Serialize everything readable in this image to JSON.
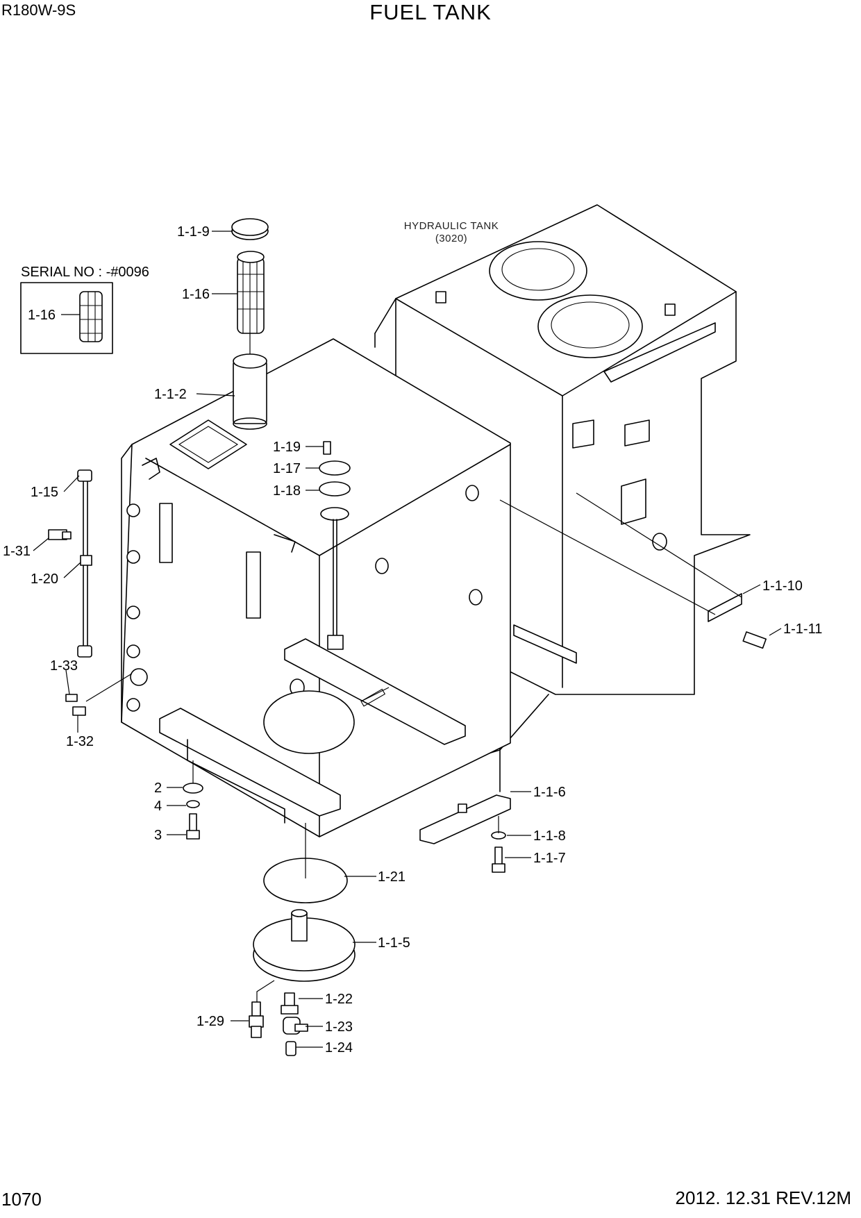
{
  "header": {
    "model": "R180W-9S",
    "title": "FUEL TANK"
  },
  "footer": {
    "page_number": "1070",
    "revision": "2012. 12.31  REV.12M"
  },
  "reference": {
    "name": "HYDRAULIC TANK",
    "code": "(3020)"
  },
  "serial_box": {
    "caption": "SERIAL NO : -#0096",
    "part_label": "1-16"
  },
  "callouts": {
    "c_1_1_9": "1-1-9",
    "c_1_16": "1-16",
    "c_1_1_2": "1-1-2",
    "c_1_19": "1-19",
    "c_1_17": "1-17",
    "c_1_18": "1-18",
    "c_1_15": "1-15",
    "c_1_31": "1-31",
    "c_1_20": "1-20",
    "c_1_33": "1-33",
    "c_1_32": "1-32",
    "c_2": "2",
    "c_4": "4",
    "c_3": "3",
    "c_1_21": "1-21",
    "c_1_1_5": "1-1-5",
    "c_1_22": "1-22",
    "c_1_23": "1-23",
    "c_1_24": "1-24",
    "c_1_29": "1-29",
    "c_1_1_6": "1-1-6",
    "c_1_1_8": "1-1-8",
    "c_1_1_7": "1-1-7",
    "c_1_1_10": "1-1-10",
    "c_1_1_11": "1-1-11"
  }
}
